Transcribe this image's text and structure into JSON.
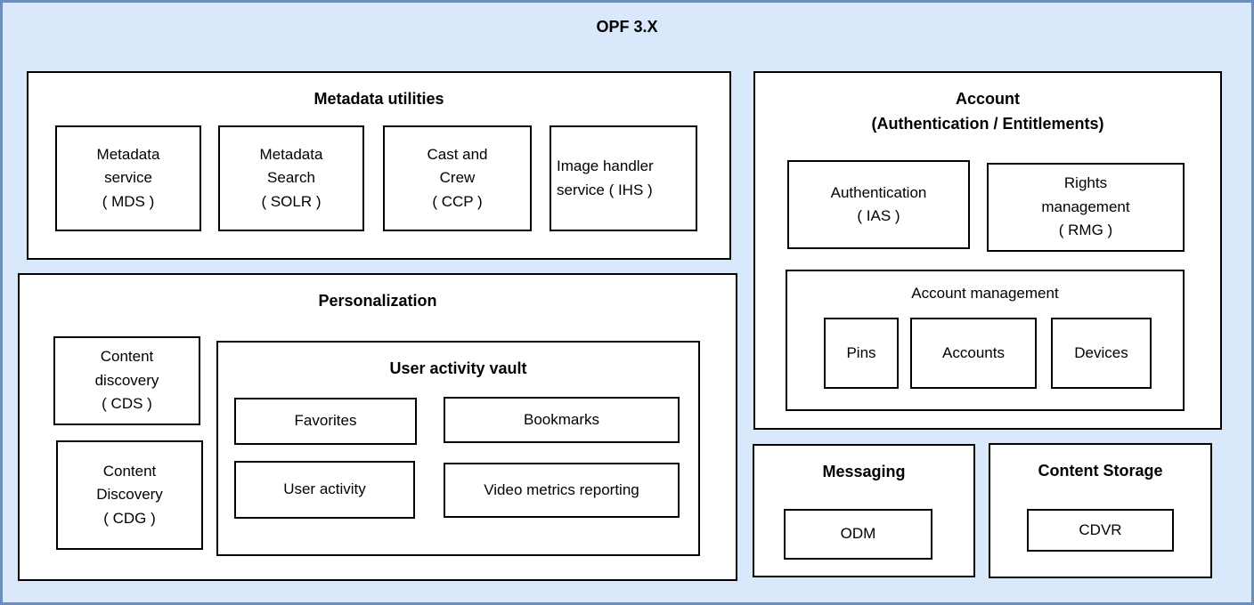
{
  "title": "OPF 3.X",
  "colors": {
    "canvas_fill": "#dae8fc",
    "canvas_stroke": "#6c8ebf",
    "box_fill": "#ffffff",
    "box_stroke": "#000000",
    "text": "#000000"
  },
  "metadata_utilities": {
    "title": "Metadata utilities",
    "items": [
      {
        "label": "Metadata\nservice\n( MDS )"
      },
      {
        "label": "Metadata\nSearch\n( SOLR )"
      },
      {
        "label": "Cast and\nCrew\n( CCP )"
      },
      {
        "label": "Image handler\nservice ( IHS )"
      }
    ]
  },
  "personalization": {
    "title": "Personalization",
    "cds": "Content\ndiscovery\n( CDS )",
    "cdg": "Content\nDiscovery\n( CDG )",
    "user_activity_vault": {
      "title": "User activity vault",
      "favorites": "Favorites",
      "bookmarks": "Bookmarks",
      "user_activity": "User activity",
      "video_metrics": "Video metrics reporting"
    }
  },
  "account": {
    "title": "Account\n(Authentication / Entitlements)",
    "authentication": "Authentication\n( IAS )",
    "rights_management": "Rights\nmanagement\n( RMG )",
    "account_management": {
      "title": "Account management",
      "pins": "Pins",
      "accounts": "Accounts",
      "devices": "Devices"
    }
  },
  "messaging": {
    "title": "Messaging",
    "odm": "ODM"
  },
  "content_storage": {
    "title": "Content Storage",
    "cdvr": "CDVR"
  }
}
